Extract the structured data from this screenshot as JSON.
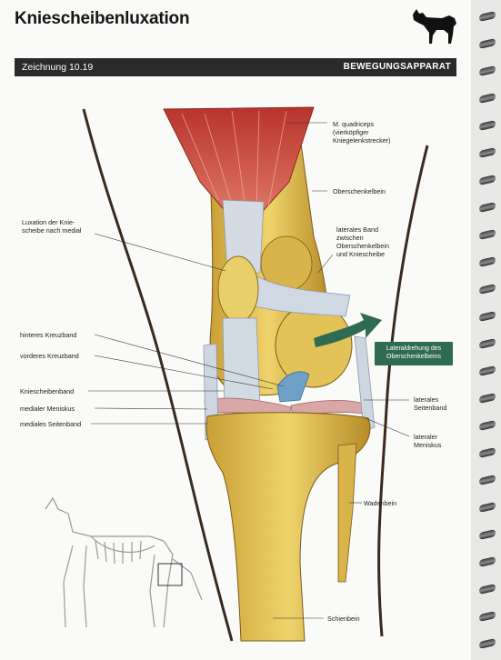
{
  "page_title": "Kniescheibenluxation",
  "header": {
    "drawing_number": "Zeichnung 10.19",
    "section": "BEWEGUNGSAPPARAT"
  },
  "labels": {
    "quadriceps": "M. quadriceps\n(vierköpfiger\nKniegelenkstrecker)",
    "femur": "Oberschenkelbein",
    "lateral_band": "laterales Band\nzwischen\nOberschenkelbein\nund Kniescheibe",
    "luxation": "Luxation der Knie-\nscheibe nach medial",
    "posterior_cruciate": "hinteres Kreuzband",
    "anterior_cruciate": "vorderes Kreuzband",
    "patellar_ligament": "Kniescheibenband",
    "medial_meniscus": "medialer Meniskus",
    "medial_collateral": "mediales Seitenband",
    "lateral_collateral": "laterales\nSeitenband",
    "lateral_meniscus": "lateraler\nMeniskus",
    "fibula": "Wadenbein",
    "tibia": "Schienbein",
    "rotation_callout": "Lateraldrehung des\nOberschenkelbeins"
  },
  "colors": {
    "bone": "#e9c85a",
    "muscle": "#c8453a",
    "ligament": "#c9d3e0",
    "meniscus": "#d9a7a5",
    "header_bar": "#2a2a2a",
    "callout": "#2f6a52"
  }
}
